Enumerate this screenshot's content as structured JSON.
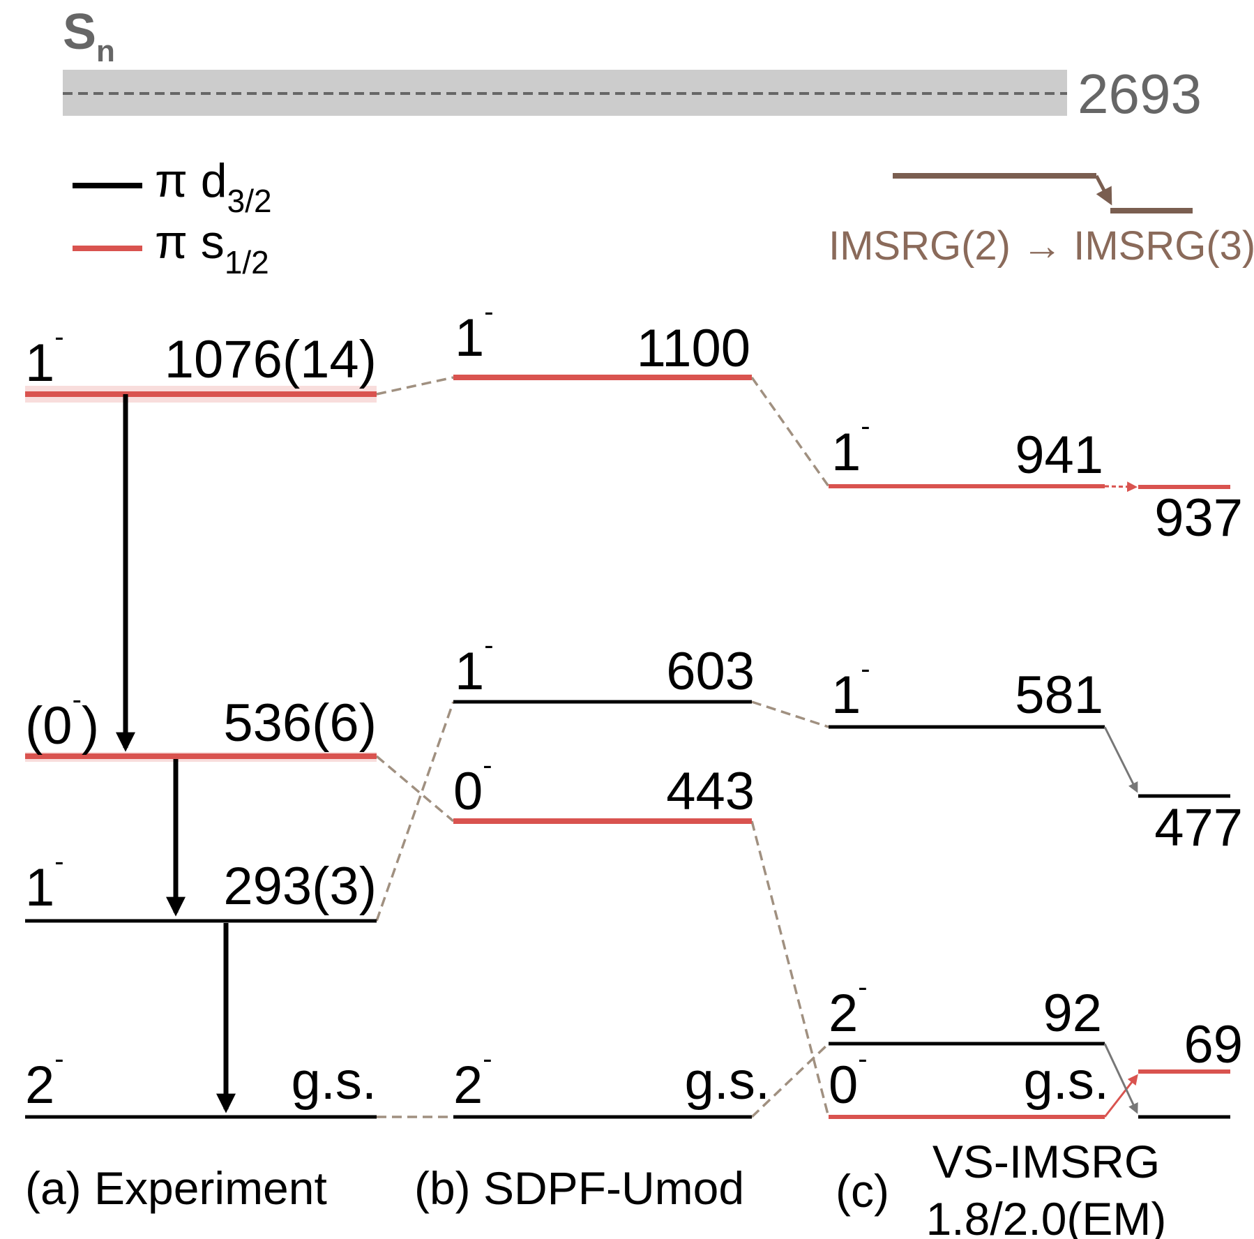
{
  "separation": {
    "symbol": "S",
    "subscript": "n",
    "value": "2693"
  },
  "legend": {
    "pi_d": {
      "greek": "π d",
      "sub": "3/2",
      "color": "#000000"
    },
    "pi_s": {
      "greek": "π s",
      "sub": "1/2",
      "color": "#d9534f"
    },
    "transition": {
      "text": "IMSRG(2) → IMSRG(3)",
      "color": "#8a6a5a"
    }
  },
  "panels": {
    "a": {
      "label": "(a) Experiment"
    },
    "b": {
      "label": "(b) SDPF-Umod"
    },
    "c": {
      "label_prefix": "(c)",
      "label_line1": "VS-IMSRG",
      "label_line2": "1.8/2.0(EM)"
    }
  },
  "levels": {
    "a_1076": {
      "spin": "1",
      "parity": "-",
      "energy": "1076(14)"
    },
    "a_536": {
      "spin": "(0",
      "parity": "-",
      "close": ")",
      "energy": "536(6)"
    },
    "a_293": {
      "spin": "1",
      "parity": "-",
      "energy": "293(3)"
    },
    "a_gs": {
      "spin": "2",
      "parity": "-",
      "energy": "g.s."
    },
    "b_1100": {
      "spin": "1",
      "parity": "-",
      "energy": "1100"
    },
    "b_603": {
      "spin": "1",
      "parity": "-",
      "energy": "603"
    },
    "b_443": {
      "spin": "0",
      "parity": "-",
      "energy": "443"
    },
    "b_gs": {
      "spin": "2",
      "parity": "-",
      "energy": "g.s."
    },
    "c_941": {
      "spin": "1",
      "parity": "-",
      "energy": "941"
    },
    "c_581": {
      "spin": "1",
      "parity": "-",
      "energy": "581"
    },
    "c_92": {
      "spin": "2",
      "parity": "-",
      "energy": "92"
    },
    "c_gs": {
      "spin": "0",
      "parity": "-",
      "energy": "g.s."
    },
    "c3_937": {
      "energy": "937"
    },
    "c3_477": {
      "energy": "477"
    },
    "c3_69": {
      "energy": "69"
    }
  },
  "colors": {
    "d_orbit": "#000000",
    "s_orbit": "#d9534f",
    "connector": "#a09080",
    "sn_band": "#cccccc",
    "sn_text": "#666666",
    "shift_gray": "#777777"
  }
}
